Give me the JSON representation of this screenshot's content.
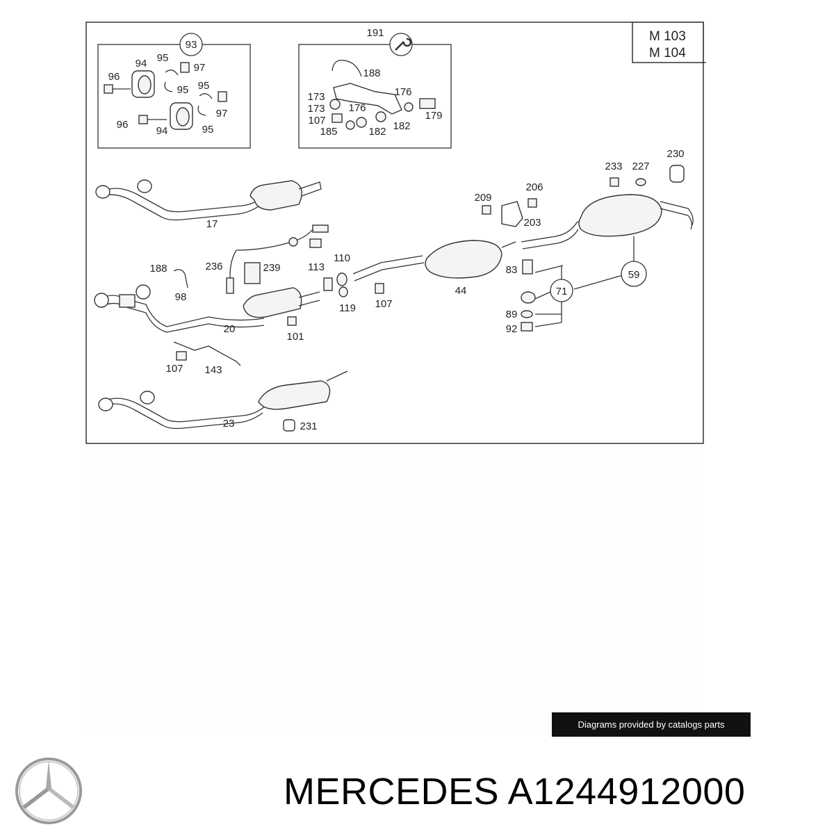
{
  "diagram": {
    "engine_box": {
      "line1": "M 103",
      "line2": "M 104"
    },
    "group_callouts": [
      "93",
      "59",
      "71"
    ],
    "labels": [
      {
        "id": "l191",
        "text": "191"
      },
      {
        "id": "l94a",
        "text": "94"
      },
      {
        "id": "l95a",
        "text": "95"
      },
      {
        "id": "l97a",
        "text": "97"
      },
      {
        "id": "l96a",
        "text": "96"
      },
      {
        "id": "l95b",
        "text": "95"
      },
      {
        "id": "l95c",
        "text": "95"
      },
      {
        "id": "l97b",
        "text": "97"
      },
      {
        "id": "l96b",
        "text": "96"
      },
      {
        "id": "l94b",
        "text": "94"
      },
      {
        "id": "l95d",
        "text": "95"
      },
      {
        "id": "l188a",
        "text": "188"
      },
      {
        "id": "l176a",
        "text": "176"
      },
      {
        "id": "l173a",
        "text": "173"
      },
      {
        "id": "l173b",
        "text": "173"
      },
      {
        "id": "l176b",
        "text": "176"
      },
      {
        "id": "l179",
        "text": "179"
      },
      {
        "id": "l107a",
        "text": "107"
      },
      {
        "id": "l182a",
        "text": "182"
      },
      {
        "id": "l182b",
        "text": "182"
      },
      {
        "id": "l185",
        "text": "185"
      },
      {
        "id": "l17",
        "text": "17"
      },
      {
        "id": "l236",
        "text": "236"
      },
      {
        "id": "l239",
        "text": "239"
      },
      {
        "id": "l188b",
        "text": "188"
      },
      {
        "id": "l98",
        "text": "98"
      },
      {
        "id": "l113",
        "text": "113"
      },
      {
        "id": "l110",
        "text": "110"
      },
      {
        "id": "l119",
        "text": "119"
      },
      {
        "id": "l107b",
        "text": "107"
      },
      {
        "id": "l20",
        "text": "20"
      },
      {
        "id": "l101",
        "text": "101"
      },
      {
        "id": "l44",
        "text": "44"
      },
      {
        "id": "l107c",
        "text": "107"
      },
      {
        "id": "l143",
        "text": "143"
      },
      {
        "id": "l23",
        "text": "23"
      },
      {
        "id": "l231",
        "text": "231"
      },
      {
        "id": "l209",
        "text": "209"
      },
      {
        "id": "l206",
        "text": "206"
      },
      {
        "id": "l203",
        "text": "203"
      },
      {
        "id": "l233",
        "text": "233"
      },
      {
        "id": "l227",
        "text": "227"
      },
      {
        "id": "l230",
        "text": "230"
      },
      {
        "id": "l83",
        "text": "83"
      },
      {
        "id": "l89",
        "text": "89"
      },
      {
        "id": "l92",
        "text": "92"
      }
    ]
  },
  "credit": "Diagrams provided by catalogs parts",
  "brand": "MERCEDES",
  "part_number": "A1244912000",
  "logo_icon": "mercedes-star-icon"
}
